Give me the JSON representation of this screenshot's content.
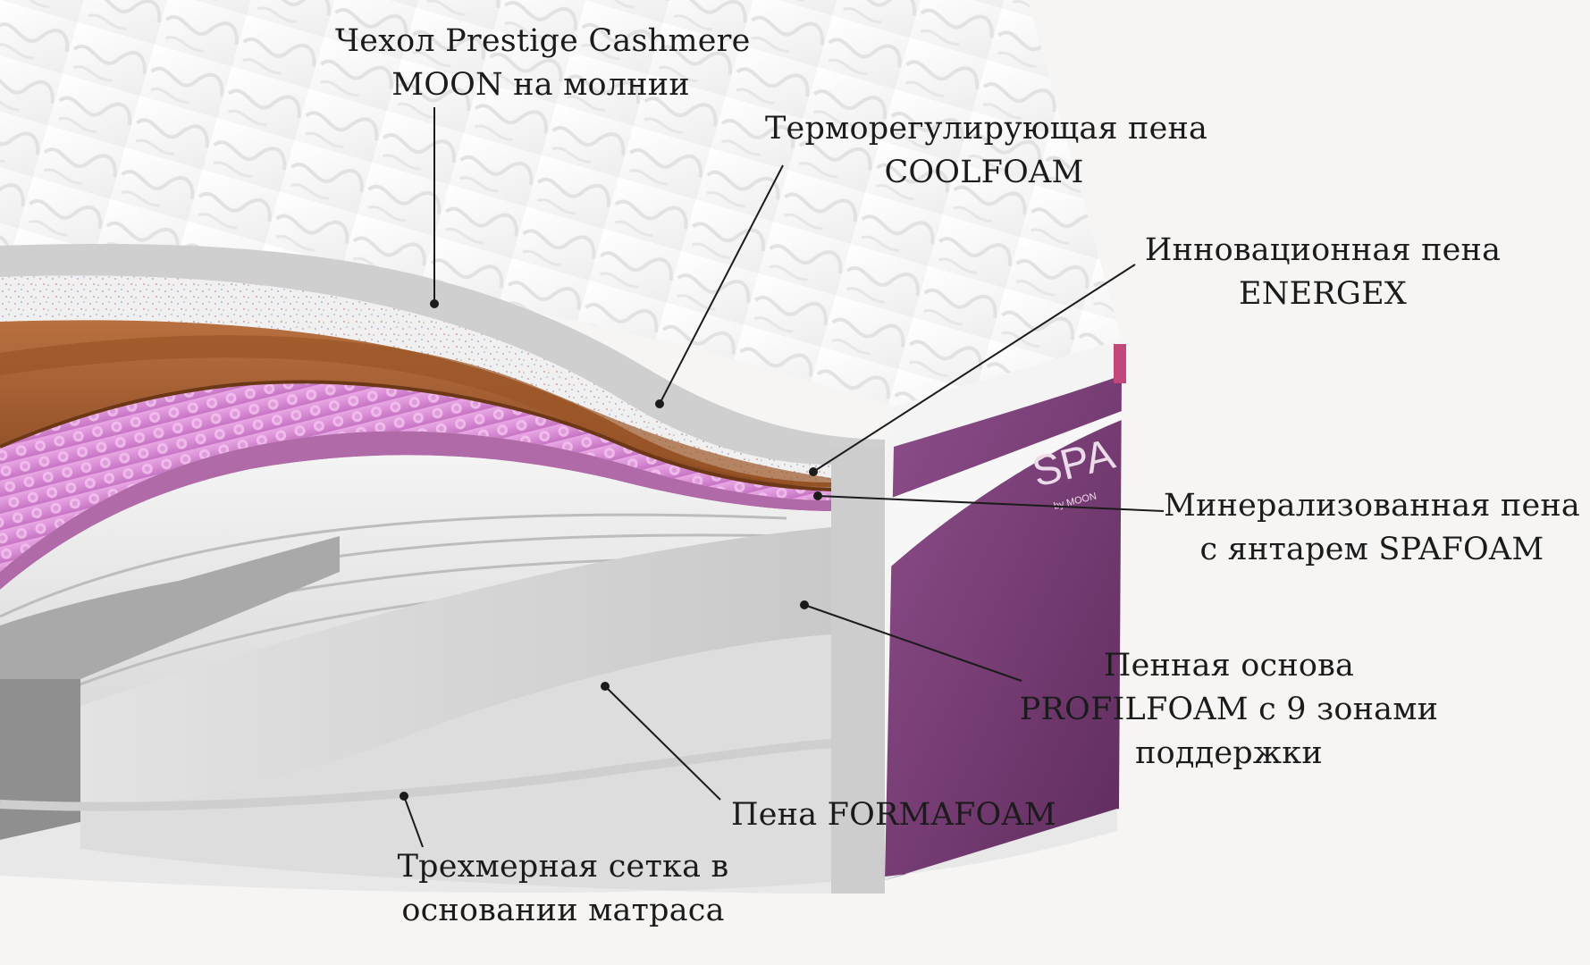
{
  "brand": {
    "name": "SPA",
    "sub": "by MOON"
  },
  "colors": {
    "background": "#f6f5f3",
    "cover": "#fbfbfb",
    "coolfoam": "#a8612f",
    "energex": "#d98fd6",
    "spafoam": "#b06aa8",
    "side_panel": "#7a3e78",
    "base": "#ececec",
    "leader_line": "#1b1b1b"
  },
  "callouts": {
    "cover": {
      "line1": "Чехол Prestige Cashmere",
      "line2": "MOON на молнии"
    },
    "coolfoam": {
      "line1": "Терморегулирующая пена",
      "line2": "COOLFOAM"
    },
    "energex": {
      "line1": "Инновационная пена",
      "line2": "ENERGEX"
    },
    "spafoam": {
      "line1": "Минерализованная пена",
      "line2": "с янтарем SPAFOAM"
    },
    "profilfoam": {
      "line1": "Пенная основа",
      "line2": "PROFILFOAM с 9 зонами",
      "line3": "поддержки"
    },
    "formafoam": {
      "line1": "Пена FORMAFOAM"
    },
    "mesh": {
      "line1": "Трехмерная сетка в",
      "line2": "основании матраса"
    }
  }
}
